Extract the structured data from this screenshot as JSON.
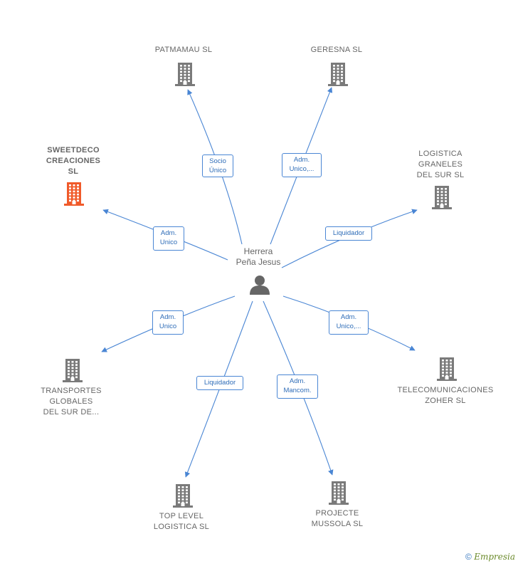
{
  "center": {
    "name": "Herrera\nPeña Jesus",
    "icon": "person-icon",
    "color": "#666666"
  },
  "colors": {
    "edge": "#4a86d4",
    "company": "#7a7a7a",
    "highlight": "#f05a2a"
  },
  "companies": [
    {
      "id": "patmamau",
      "name": "PATMAMAU  SL",
      "role": "Socio\nÚnico",
      "highlight": false
    },
    {
      "id": "geresna",
      "name": "GERESNA  SL",
      "role": "Adm.\nUnico,...",
      "highlight": false
    },
    {
      "id": "sweetdeco",
      "name": "SWEETDECO\nCREACIONES\nSL",
      "role": "Adm.\nUnico",
      "highlight": true
    },
    {
      "id": "logistica-graneles",
      "name": "LOGISTICA\nGRANELES\nDEL SUR  SL",
      "role": "Liquidador",
      "highlight": false
    },
    {
      "id": "transportes",
      "name": "TRANSPORTES\nGLOBALES\nDEL SUR DE...",
      "role": "Adm.\nUnico",
      "highlight": false
    },
    {
      "id": "telecomunicaciones",
      "name": "TELECOMUNICACIONES\nZOHER  SL",
      "role": "Adm.\nUnico,...",
      "highlight": false
    },
    {
      "id": "top-level",
      "name": "TOP LEVEL\nLOGISTICA  SL",
      "role": "Liquidador",
      "highlight": false
    },
    {
      "id": "projecte",
      "name": "PROJECTE\nMUSSOLA  SL",
      "role": "Adm.\nMancom.",
      "highlight": false
    }
  ],
  "footer": {
    "copyright": "©",
    "brand": "Empresia"
  }
}
